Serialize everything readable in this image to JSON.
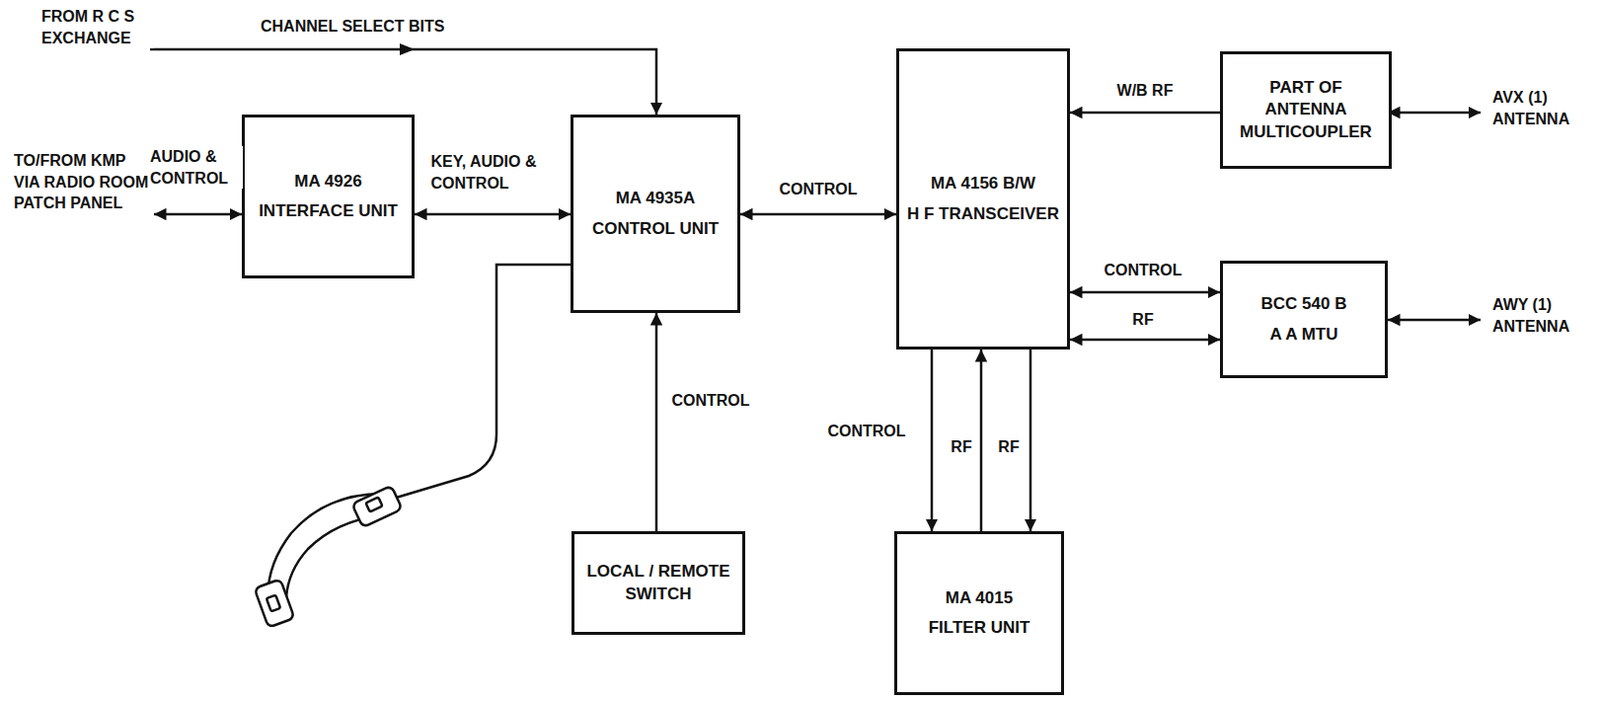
{
  "diagram": {
    "nodes": [
      {
        "text": [
          "MA 4926",
          "INTERFACE UNIT"
        ]
      },
      {
        "text": [
          "MA 4935A",
          "CONTROL UNIT"
        ]
      },
      {
        "text": [
          "MA 4156 B/W",
          "H F TRANSCEIVER"
        ]
      },
      {
        "text": [
          "PART OF ANTENNA MULTICOUPLER"
        ]
      },
      {
        "text": [
          "BCC 540 B",
          "A A MTU"
        ]
      },
      {
        "text": [
          "LOCAL / REMOTE SWITCH"
        ]
      },
      {
        "text": [
          "MA 4015",
          "FILTER UNIT"
        ]
      }
    ],
    "edges": [
      {
        "from": 0,
        "to": 1,
        "label": "KEY, AUDIO & CONTROL",
        "arrow": "both"
      },
      {
        "from": 1,
        "to": 2,
        "label": "CONTROL",
        "arrow": "both"
      },
      {
        "from": 3,
        "to": 2,
        "label": "W/B RF",
        "arrow": "to"
      },
      {
        "from": 2,
        "to": 4,
        "label": "CONTROL",
        "arrow": "both"
      },
      {
        "from": 2,
        "to": 4,
        "label": "RF",
        "arrow": "both"
      },
      {
        "from": 5,
        "to": 1,
        "label": "CONTROL",
        "arrow": "to"
      },
      {
        "from": 2,
        "to": 6,
        "label": "CONTROL",
        "arrow": "to"
      },
      {
        "from": 6,
        "to": 2,
        "label": "RF",
        "arrow": "to"
      },
      {
        "from": 2,
        "to": 6,
        "label": "RF",
        "arrow": "to"
      }
    ],
    "labels": [
      "FROM R C S EXCHANGE",
      "CHANNEL SELECT BITS",
      "TO/FROM KMP VIA RADIO ROOM PATCH PANEL",
      "AUDIO & CONTROL",
      "AVX (1) ANTENNA",
      "AWY (1) ANTENNA"
    ]
  }
}
